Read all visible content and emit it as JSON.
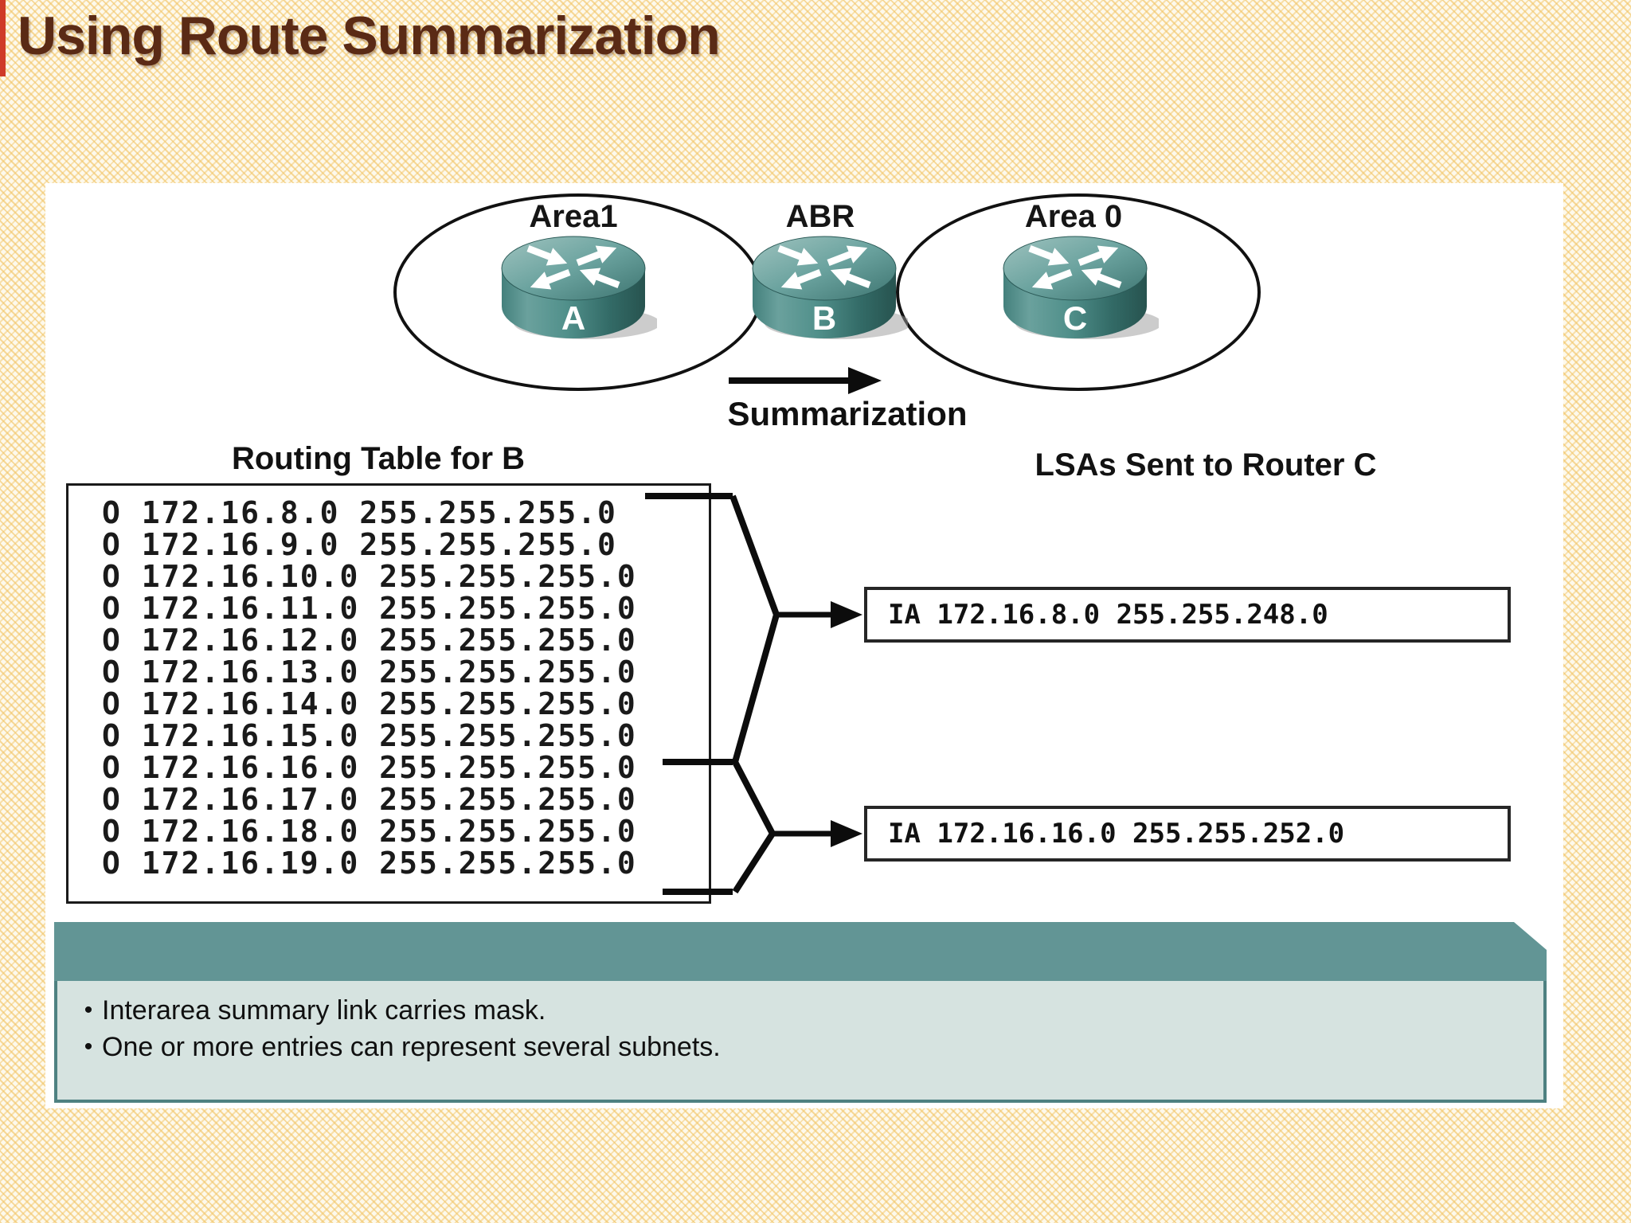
{
  "title": "Using Route Summarization",
  "diagram": {
    "area1_label": "Area1",
    "abr_label": "ABR",
    "area0_label": "Area 0",
    "routers": [
      {
        "name": "A"
      },
      {
        "name": "B"
      },
      {
        "name": "C"
      }
    ],
    "arrow_label": "Summarization"
  },
  "routing_table": {
    "heading": "Routing Table for B",
    "rows": [
      "O 172.16.8.0 255.255.255.0",
      "O 172.16.9.0 255.255.255.0",
      "O 172.16.10.0 255.255.255.0",
      "O 172.16.11.0 255.255.255.0",
      "O 172.16.12.0 255.255.255.0",
      "O 172.16.13.0 255.255.255.0",
      "O 172.16.14.0 255.255.255.0",
      "O 172.16.15.0 255.255.255.0",
      "O 172.16.16.0 255.255.255.0",
      "O 172.16.17.0 255.255.255.0",
      "O 172.16.18.0 255.255.255.0",
      "O 172.16.19.0 255.255.255.0"
    ]
  },
  "lsa": {
    "heading": "LSAs Sent to Router C",
    "boxes": [
      "IA 172.16.8.0 255.255.248.0",
      "IA 172.16.16.0 255.255.252.0"
    ]
  },
  "notes": {
    "bullets": [
      "Interarea summary link carries mask.",
      "One or more entries can represent several subnets."
    ]
  },
  "colors": {
    "title_text": "#5a2a15",
    "background_pattern": "#f2c66a",
    "red_strip": "#cf3a28",
    "banner_header": "#629595",
    "banner_body": "#d6e3e0",
    "banner_border": "#4e8181",
    "router_body_dark": "#27534f",
    "router_top_light": "#9fc3bf",
    "line_black": "#1a1a1a"
  }
}
